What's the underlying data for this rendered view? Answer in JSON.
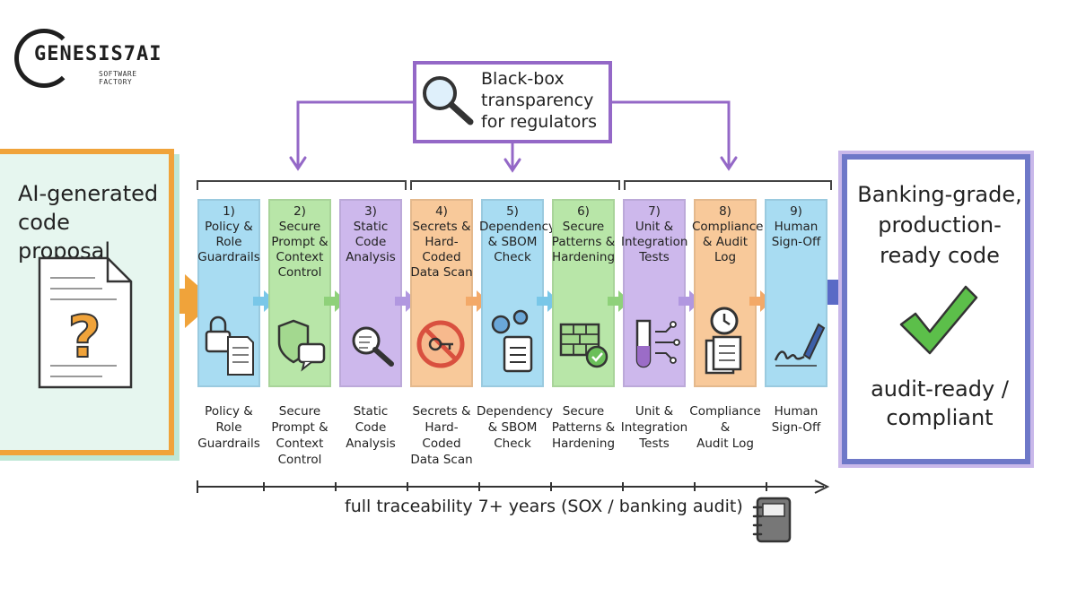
{
  "logo": {
    "name": "GENESIS7AI",
    "tagline": "SOFTWARE FACTORY"
  },
  "input": {
    "title": "AI-generated code proposal",
    "icon": "question-document-icon",
    "color": "#f0a33a"
  },
  "regulator": {
    "text": "Black-box transparency for regulators",
    "icon": "magnifier-icon",
    "color": "#9468c7"
  },
  "stages": [
    {
      "title": "1)\nPolicy &\nRole\nGuardrails",
      "label": "Policy &\nRole\nGuardrails",
      "color": "#a8dcf2",
      "icon": "lock-document-icon"
    },
    {
      "title": "2)\nSecure\nPrompt &\nContext\nControl",
      "label": "Secure\nPrompt &\nContext\nControl",
      "color": "#b8e6a8",
      "icon": "shield-chat-icon"
    },
    {
      "title": "3)\nStatic\nCode\nAnalysis",
      "label": "Static\nCode\nAnalysis",
      "color": "#cdb8ec",
      "icon": "magnifier-code-icon"
    },
    {
      "title": "4)\nSecrets &\nHard-Coded\nData Scan",
      "label": "Secrets &\nHard-Coded\nData Scan",
      "color": "#f8c99a",
      "icon": "no-key-icon"
    },
    {
      "title": "5)\nDependency\n& SBOM\nCheck",
      "label": "Dependency\n& SBOM\nCheck",
      "color": "#a8dcf2",
      "icon": "gears-clipboard-icon"
    },
    {
      "title": "6)\nSecure\nPatterns &\nHardening",
      "label": "Secure\nPatterns &\nHardening",
      "color": "#b8e6a8",
      "icon": "brick-wall-badge-icon"
    },
    {
      "title": "7)\nUnit &\nIntegration\nTests",
      "label": "Unit &\nIntegration\nTests",
      "color": "#cdb8ec",
      "icon": "test-tube-circuit-icon"
    },
    {
      "title": "8)\nCompliance\n& Audit\nLog",
      "label": "Compliance\n&\nAudit Log",
      "color": "#f8c99a",
      "icon": "clock-documents-icon"
    },
    {
      "title": "9)\nHuman\nSign-Off",
      "label": "Human\nSign-Off",
      "color": "#a8dcf2",
      "icon": "pen-signature-icon"
    }
  ],
  "output": {
    "title": "Banking-grade, production-ready code",
    "note": "audit-ready / compliant",
    "icon": "checkmark-icon",
    "check_color": "#5cbf4a",
    "color": "#6e78c8"
  },
  "traceability": {
    "text": "full traceability 7+ years (SOX / banking audit)",
    "icon": "notebook-icon"
  }
}
